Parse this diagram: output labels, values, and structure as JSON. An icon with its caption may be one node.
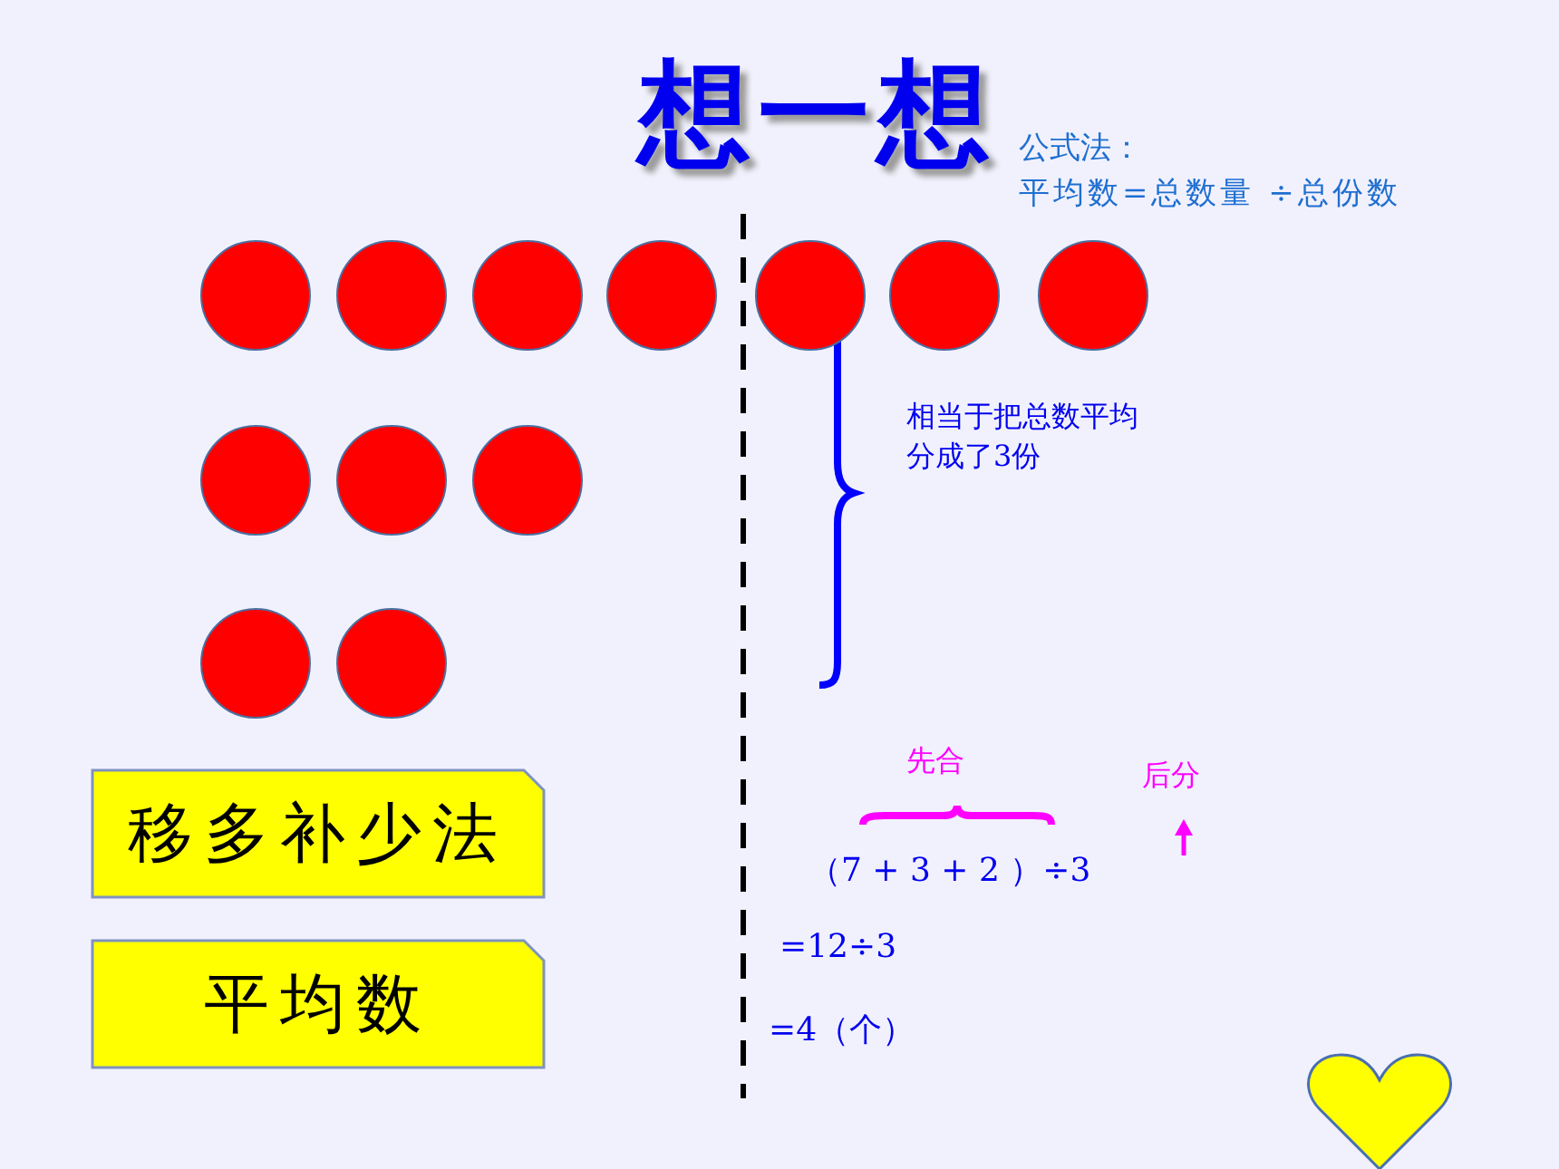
{
  "diagram": {
    "title": "想一想",
    "nodes": [
      {
        "text": [],
        "shape": "circle"
      },
      {
        "text": [],
        "shape": "circle"
      },
      {
        "text": [],
        "shape": "circle"
      },
      {
        "text": [],
        "shape": "circle"
      },
      {
        "text": [],
        "shape": "circle"
      },
      {
        "text": [],
        "shape": "circle"
      },
      {
        "text": [],
        "shape": "circle"
      },
      {
        "text": [],
        "shape": "circle"
      },
      {
        "text": [],
        "shape": "circle"
      },
      {
        "text": [],
        "shape": "circle"
      },
      {
        "text": [],
        "shape": "circle"
      },
      {
        "text": [],
        "shape": "circle"
      },
      {
        "text": [
          "移多补少法"
        ]
      },
      {
        "text": [
          "平均数"
        ]
      }
    ],
    "edges": [],
    "labels": [
      "公式法：",
      "平均数=总数量 ÷总份数",
      "相当于把总数平均分成了3份",
      "先合",
      "后分",
      "（7 + 3 + 2 ）÷3",
      "=12÷3",
      "=4（个）"
    ]
  }
}
